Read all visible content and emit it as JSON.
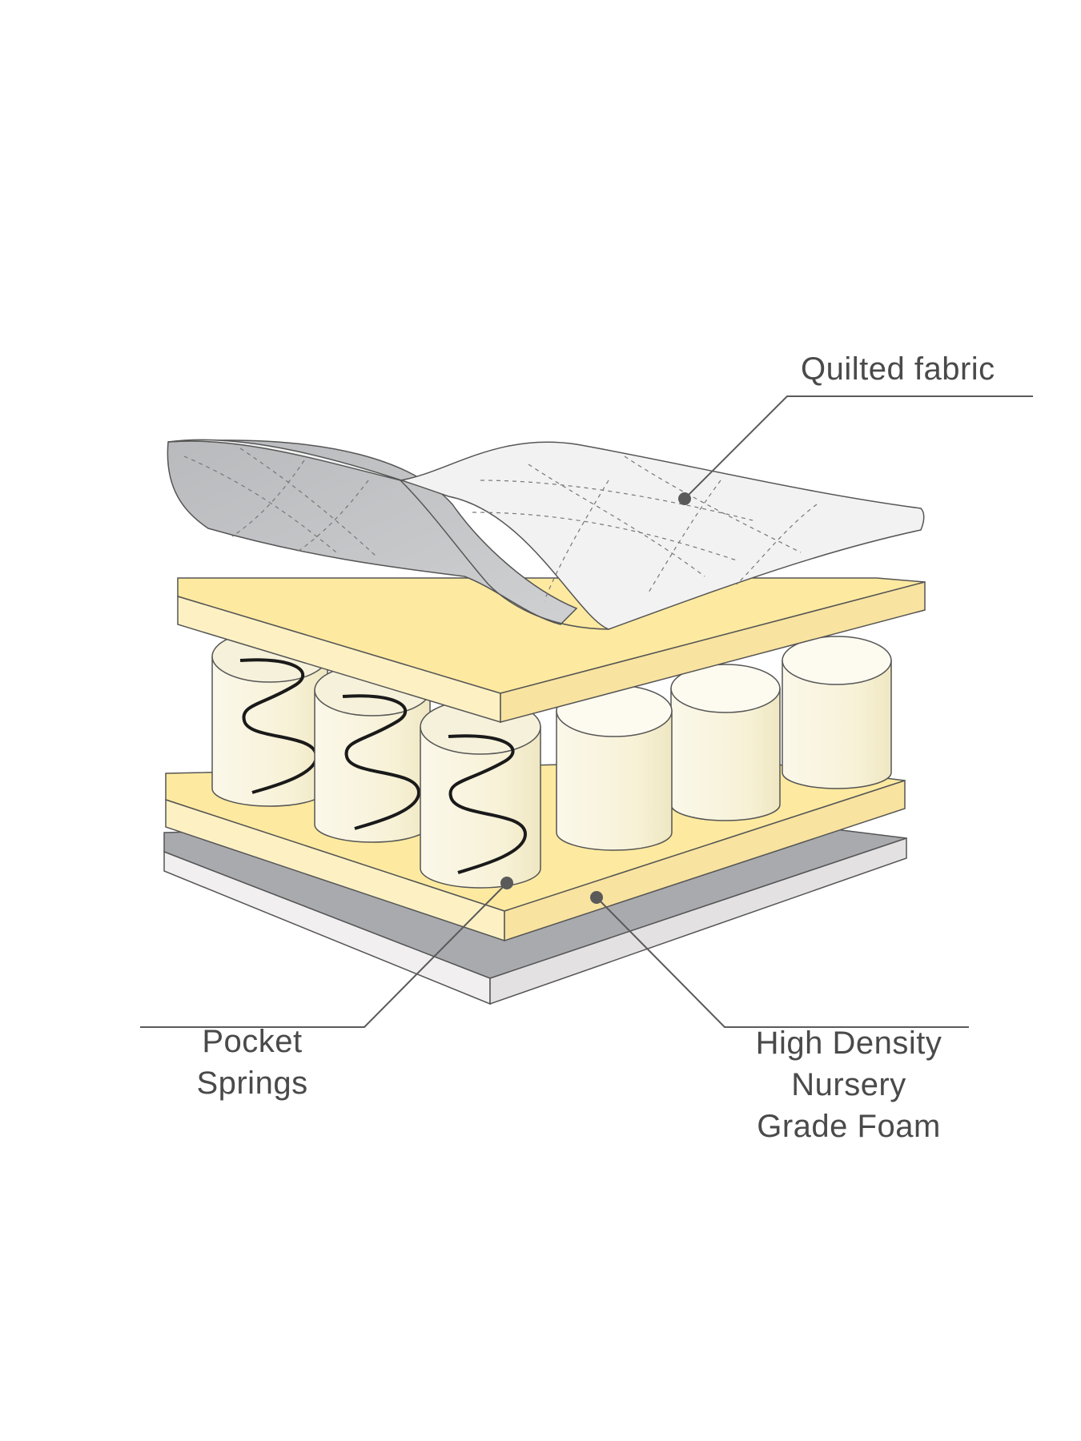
{
  "diagram": {
    "labels": {
      "quilted_fabric": "Quilted fabric",
      "pocket_springs": [
        "Pocket",
        "Springs"
      ],
      "foam": [
        "High Density",
        "Nursery",
        "Grade Foam"
      ]
    },
    "colors": {
      "background": "#ffffff",
      "foam_top": "#fdeaa0",
      "foam_front": "#fdf1c4",
      "foam_edge": "#f5d77a",
      "base_top": "#a8aaad",
      "base_front": "#f2eff0",
      "fabric_top": "#f3f2f2",
      "fabric_underside": "#bfc0c2",
      "spring_pocket": "#fbf8ea",
      "spring_coil": "#1a1a1a",
      "leader_line": "#5a5a5a",
      "label_text": "#4a4a4a"
    }
  }
}
